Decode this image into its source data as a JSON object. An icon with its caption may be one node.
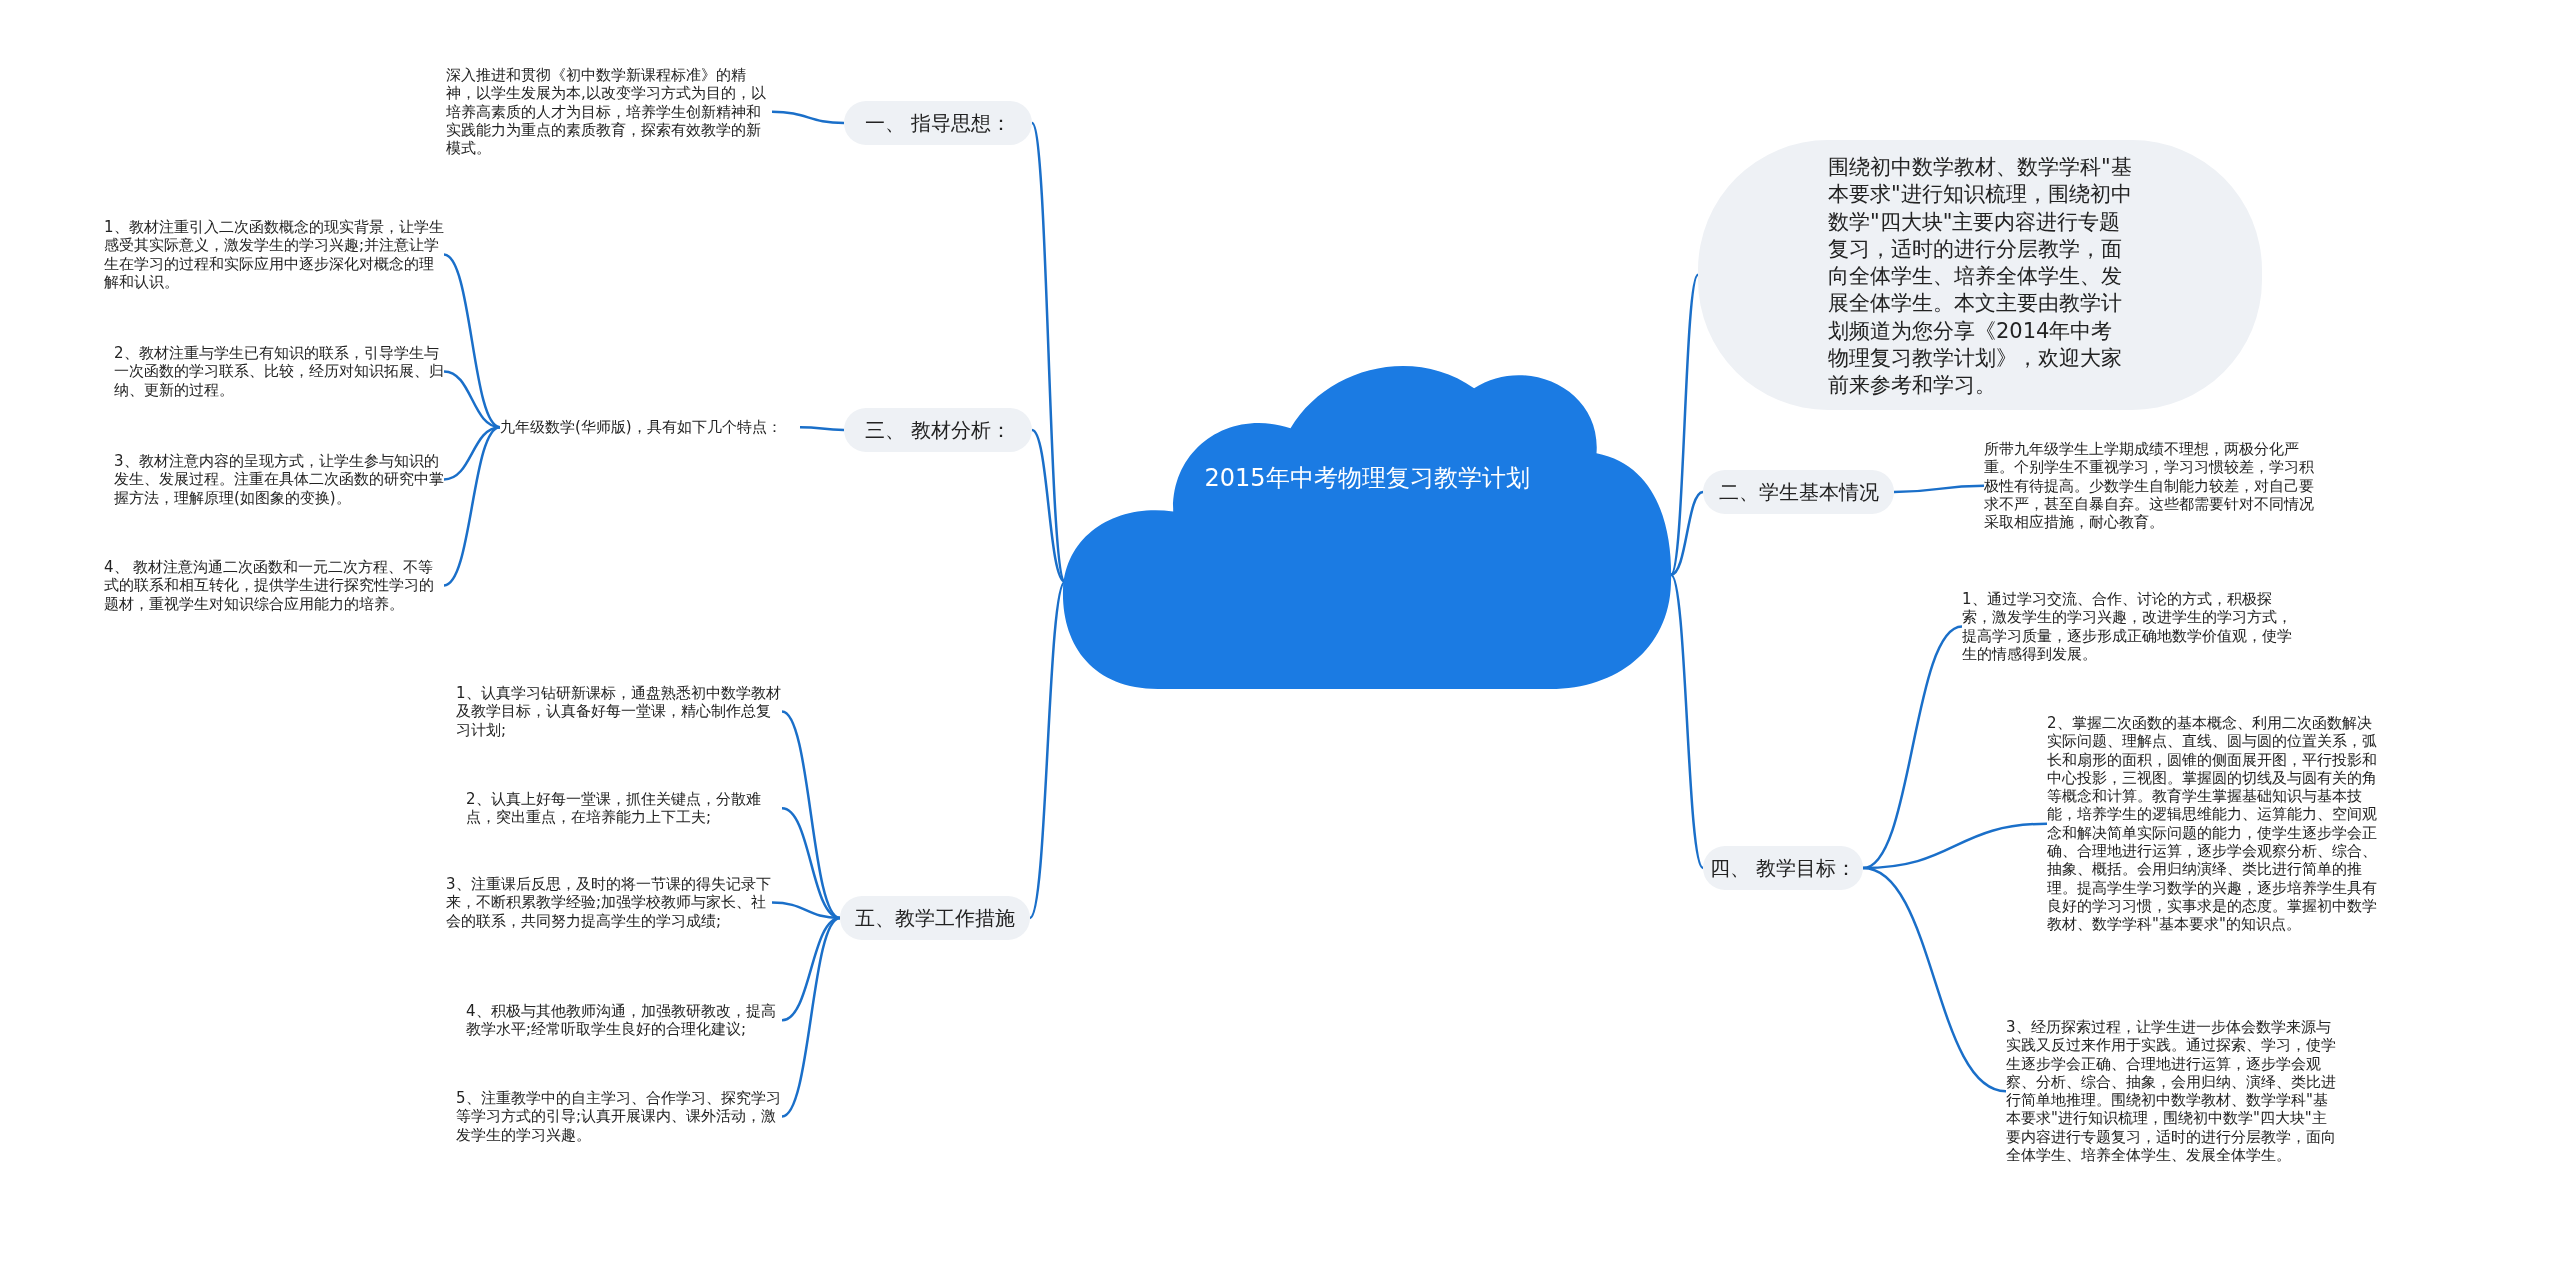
{
  "diagram": {
    "nodes": [
      {
        "text": [
          "2015年中考物理复习教学计划"
        ]
      },
      {
        "text": [
          "一、 指导思想："
        ]
      },
      {
        "text": [
          "深入推进和贯彻《初中数学新课程标准》的精神，以学生发展为本,以改变学习方式为目的，以培养高素质的人才为目标，培养学生创新精神和实践能力为重点的素质教育，探索有效教学的新模式。"
        ]
      },
      {
        "text": [
          "三、 教材分析："
        ]
      },
      {
        "text": [
          "九年级数学(华师版)，具有如下几个特点："
        ]
      },
      {
        "text": [
          "1、教材注重引入二次函数概念的现实背景，让学生感受其实际意义，激发学生的学习兴趣;并注意让学生在学习的过程和实际应用中逐步深化对概念的理解和认识。"
        ]
      },
      {
        "text": [
          "2、教材注重与学生已有知识的联系，引导学生与一次函数的学习联系、比较，经历对知识拓展、归纳、更新的过程。"
        ]
      },
      {
        "text": [
          "3、教材注意内容的呈现方式，让学生参与知识的发生、发展过程。注重在具体二次函数的研究中掌握方法，理解原理(如图象的变换)。"
        ]
      },
      {
        "text": [
          "4、 教材注意沟通二次函数和一元二次方程、不等式的联系和相互转化，提供学生进行探究性学习的题材，重视学生对知识综合应用能力的培养。"
        ]
      },
      {
        "text": [
          "五、教学工作措施"
        ]
      },
      {
        "text": [
          "1、认真学习钻研新课标，通盘熟悉初中数学教材及教学目标，认真备好每一堂课，精心制作总复习计划;"
        ]
      },
      {
        "text": [
          "2、认真上好每一堂课，抓住关键点，分散难点，突出重点，在培养能力上下工夫;"
        ]
      },
      {
        "text": [
          "3、注重课后反思，及时的将一节课的得失记录下来，不断积累教学经验;加强学校教师与家长、社会的联系，共同努力提高学生的学习成绩;"
        ]
      },
      {
        "text": [
          "4、积极与其他教师沟通，加强教研教改，提高教学水平;经常听取学生良好的合理化建议;"
        ]
      },
      {
        "text": [
          "5、注重教学中的自主学习、合作学习、探究学习等学习方式的引导;认真开展课内、课外活动，激发学生的学习兴趣。"
        ]
      },
      {
        "text": [
          "围绕初中数学教材、数学学科\"基本要求\"进行知识梳理，围绕初中数学\"四大块\"主要内容进行专题复习，适时的进行分层教学，面向全体学生、培养全体学生、发展全体学生。本文主要由教学计划频道为您分享《2014年中考物理复习教学计划》，欢迎大家前来参考和学习。"
        ]
      },
      {
        "text": [
          "二、学生基本情况"
        ]
      },
      {
        "text": [
          "所带九年级学生上学期成绩不理想，两极分化严重。个别学生不重视学习，学习习惯较差，学习积极性有待提高。少数学生自制能力较差，对自己要求不严，甚至自暴自弃。这些都需要针对不同情况采取相应措施，耐心教育。"
        ]
      },
      {
        "text": [
          "四、 教学目标："
        ]
      },
      {
        "text": [
          "1、通过学习交流、合作、讨论的方式，积极探索，激发学生的学习兴趣，改进学生的学习方式，提高学习质量，逐步形成正确地数学价值观，使学生的情感得到发展。"
        ]
      },
      {
        "text": [
          "2、掌握二次函数的基本概念、利用二次函数解决实际问题、理解点、直线、圆与圆的位置关系，弧长和扇形的面积，圆锥的侧面展开图，平行投影和中心投影，三视图。掌握圆的切线及与圆有关的角等概念和计算。教育学生掌握基础知识与基本技能，培养学生的逻辑思维能力、运算能力、空间观念和解决简单实际问题的能力，使学生逐步学会正确、合理地进行运算，逐步学会观察分析、综合、抽象、概括。会用归纳演绎、类比进行简单的推理。提高学生学习数学的兴趣，逐步培养学生具有良好的学习习惯，实事求是的态度。掌握初中数学教材、数学学科\"基本要求\"的知识点。"
        ]
      },
      {
        "text": [
          "3、经历探索过程，让学生进一步体会数学来源与实践又反过来作用于实践。通过探索、学习，使学生逐步学会正确、合理地进行运算，逐步学会观察、分析、综合、抽象，会用归纳、演绎、类比进行简单地推理。围绕初中数学教材、数学学科\"基本要求\"进行知识梳理，围绕初中数学\"四大块\"主要内容进行专题复习，适时的进行分层教学，面向全体学生、培养全体学生、发展全体学生。"
        ]
      }
    ],
    "edges": [
      {
        "from": 0,
        "to": 1,
        "arrow": "none"
      },
      {
        "from": 1,
        "to": 2,
        "arrow": "none"
      },
      {
        "from": 0,
        "to": 3,
        "arrow": "none"
      },
      {
        "from": 3,
        "to": 4,
        "arrow": "none"
      },
      {
        "from": 4,
        "to": 5,
        "arrow": "none"
      },
      {
        "from": 4,
        "to": 6,
        "arrow": "none"
      },
      {
        "from": 4,
        "to": 7,
        "arrow": "none"
      },
      {
        "from": 4,
        "to": 8,
        "arrow": "none"
      },
      {
        "from": 0,
        "to": 9,
        "arrow": "none"
      },
      {
        "from": 9,
        "to": 10,
        "arrow": "none"
      },
      {
        "from": 9,
        "to": 11,
        "arrow": "none"
      },
      {
        "from": 9,
        "to": 12,
        "arrow": "none"
      },
      {
        "from": 9,
        "to": 13,
        "arrow": "none"
      },
      {
        "from": 9,
        "to": 14,
        "arrow": "none"
      },
      {
        "from": 0,
        "to": 15,
        "arrow": "none"
      },
      {
        "from": 0,
        "to": 16,
        "arrow": "none"
      },
      {
        "from": 16,
        "to": 17,
        "arrow": "none"
      },
      {
        "from": 0,
        "to": 18,
        "arrow": "none"
      },
      {
        "from": 18,
        "to": 19,
        "arrow": "none"
      },
      {
        "from": 18,
        "to": 20,
        "arrow": "none"
      },
      {
        "from": 18,
        "to": 21,
        "arrow": "none"
      }
    ]
  }
}
